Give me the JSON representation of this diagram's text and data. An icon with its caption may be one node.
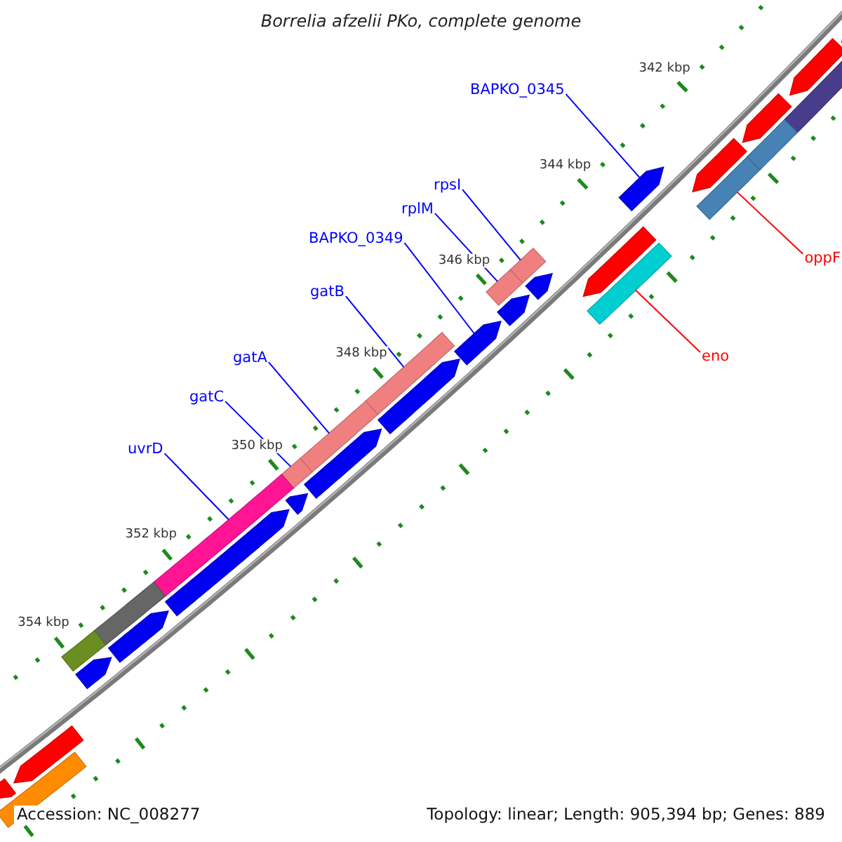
{
  "diagram": {
    "title": "Borrelia afzelii PKo, complete genome",
    "nodes": [
      {
        "text": [
          "BAPKO_0345"
        ]
      },
      {
        "text": [
          "rpsI"
        ]
      },
      {
        "text": [
          "rplM"
        ]
      },
      {
        "text": [
          "BAPKO_0349"
        ]
      },
      {
        "text": [
          "oppF"
        ]
      },
      {
        "text": [
          "gatB"
        ]
      },
      {
        "text": [
          "eno"
        ]
      },
      {
        "text": [
          "gatA"
        ]
      },
      {
        "text": [
          "gatC"
        ]
      },
      {
        "text": [
          "uvrD"
        ]
      },
      {
        "text": [],
        "shape": "bar"
      },
      {
        "text": [],
        "shape": "pentagon"
      },
      {
        "text": [],
        "shape": "bar"
      },
      {
        "text": [],
        "shape": "bar"
      },
      {
        "text": [],
        "shape": "bar"
      },
      {
        "text": [],
        "shape": "pentagon"
      },
      {
        "text": [],
        "shape": "bar"
      },
      {
        "text": [],
        "shape": "bar"
      },
      {
        "text": [],
        "shape": "bar"
      },
      {
        "text": [],
        "shape": "bar"
      },
      {
        "text": [],
        "shape": "pentagon"
      },
      {
        "text": [],
        "shape": "pentagon"
      },
      {
        "text": [],
        "shape": "pentagon"
      },
      {
        "text": [],
        "shape": "pentagon"
      },
      {
        "text": [],
        "shape": "pentagon"
      },
      {
        "text": [],
        "shape": "pentagon"
      },
      {
        "text": [],
        "shape": "pentagon"
      },
      {
        "text": [],
        "shape": "pentagon"
      },
      {
        "text": [],
        "shape": "bar"
      },
      {
        "text": [],
        "shape": "bar"
      },
      {
        "text": [],
        "shape": "pentagon"
      },
      {
        "text": [],
        "shape": "pentagon"
      },
      {
        "text": [],
        "shape": "pentagon"
      },
      {
        "text": [],
        "shape": "pentagon"
      },
      {
        "text": [],
        "shape": "pentagon"
      },
      {
        "text": [],
        "shape": "pentagon"
      },
      {
        "text": [],
        "shape": "pentagon"
      },
      {
        "text": [],
        "shape": "bar"
      },
      {
        "text": [],
        "shape": "bar"
      },
      {
        "text": [],
        "shape": "bar"
      }
    ],
    "edges": [
      {
        "from": 0,
        "to": 11,
        "arrow": "none"
      },
      {
        "from": 1,
        "to": 13,
        "arrow": "none"
      },
      {
        "from": 2,
        "to": 14,
        "arrow": "none"
      },
      {
        "from": 3,
        "to": 15,
        "arrow": "none"
      },
      {
        "from": 4,
        "to": 10,
        "arrow": "none",
        "color": "#ff0000"
      },
      {
        "from": 5,
        "to": 16,
        "arrow": "none"
      },
      {
        "from": 6,
        "to": 12,
        "arrow": "none",
        "color": "#ff0000"
      },
      {
        "from": 7,
        "to": 17,
        "arrow": "none"
      },
      {
        "from": 8,
        "to": 18,
        "arrow": "none"
      },
      {
        "from": 9,
        "to": 19,
        "arrow": "none"
      }
    ],
    "labels": [
      "342 kbp",
      "344 kbp",
      "346 kbp",
      "348 kbp",
      "350 kbp",
      "352 kbp",
      "354 kbp",
      "Accession: NC_008277",
      "Topology: linear; Length: 905,394 bp; Genes: 889"
    ]
  }
}
